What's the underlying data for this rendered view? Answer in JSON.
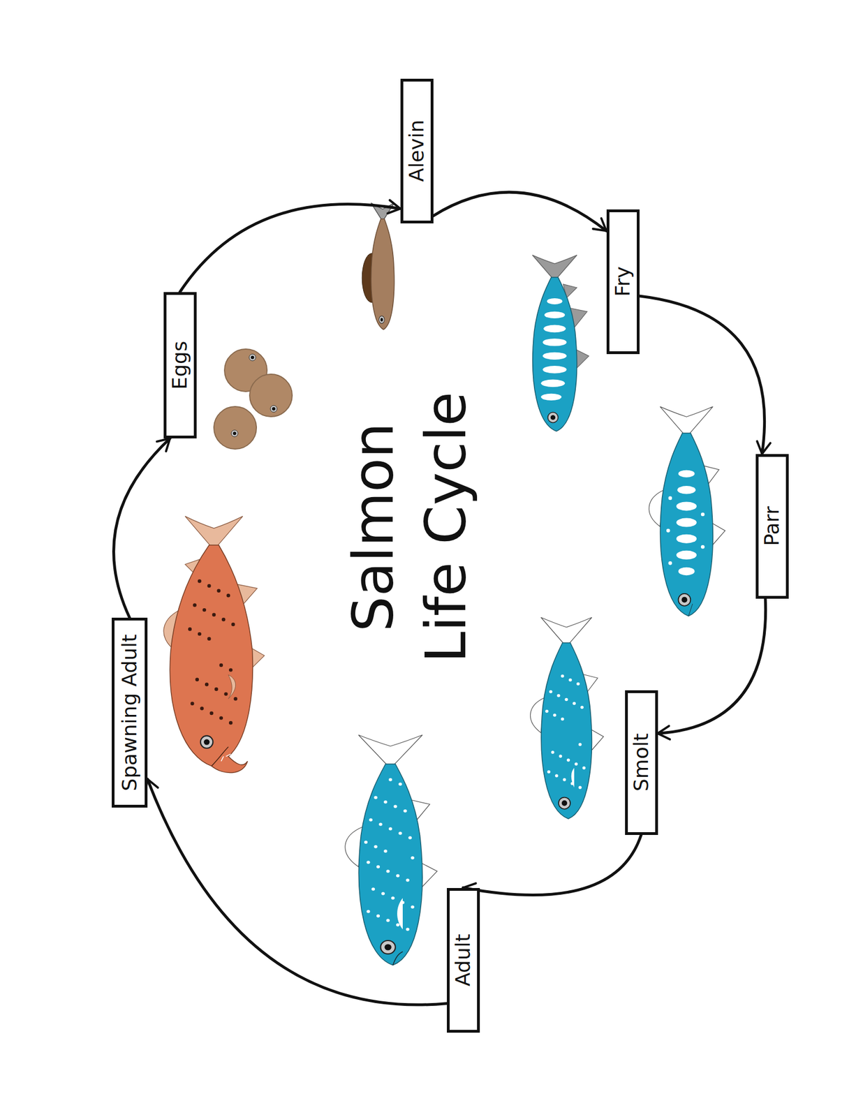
{
  "diagram": {
    "title": "Salmon Life Cycle",
    "nodes": [
      {
        "text": [
          "Eggs"
        ]
      },
      {
        "text": [
          "Alevin"
        ]
      },
      {
        "text": [
          "Fry"
        ]
      },
      {
        "text": [
          "Parr"
        ]
      },
      {
        "text": [
          "Smolt"
        ]
      },
      {
        "text": [
          "Adult"
        ]
      },
      {
        "text": [
          "Spawning Adult"
        ]
      }
    ],
    "edges": [
      {
        "from": 0,
        "to": 1,
        "arrow": "to"
      },
      {
        "from": 1,
        "to": 2,
        "arrow": "to"
      },
      {
        "from": 2,
        "to": 3,
        "arrow": "to"
      },
      {
        "from": 3,
        "to": 4,
        "arrow": "to"
      },
      {
        "from": 4,
        "to": 5,
        "arrow": "to"
      },
      {
        "from": 5,
        "to": 6,
        "arrow": "to"
      },
      {
        "from": 6,
        "to": 0,
        "arrow": "to"
      }
    ]
  }
}
